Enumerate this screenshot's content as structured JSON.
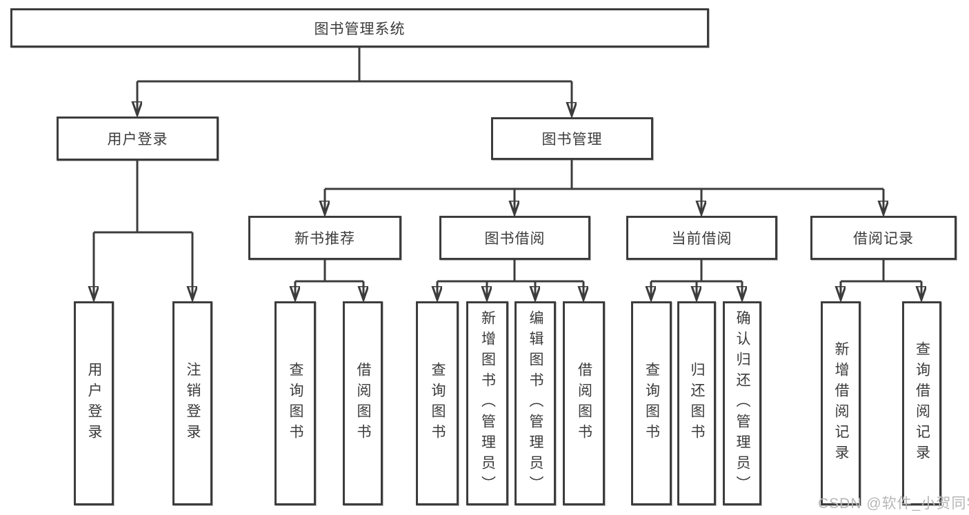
{
  "diagram": {
    "root": {
      "label": "图书管理系统",
      "children": [
        {
          "label": "用户登录",
          "children": [
            {
              "label": "用户登录"
            },
            {
              "label": "注销登录"
            }
          ]
        },
        {
          "label": "图书管理",
          "children": [
            {
              "label": "新书推荐",
              "children": [
                {
                  "label": "查询图书"
                },
                {
                  "label": "借阅图书"
                }
              ]
            },
            {
              "label": "图书借阅",
              "children": [
                {
                  "label": "查询图书"
                },
                {
                  "label": "新增图书（管理员）"
                },
                {
                  "label": "编辑图书（管理员）"
                },
                {
                  "label": "借阅图书"
                }
              ]
            },
            {
              "label": "当前借阅",
              "children": [
                {
                  "label": "查询图书"
                },
                {
                  "label": "归还图书"
                },
                {
                  "label": "确认归还（管理员）"
                }
              ]
            },
            {
              "label": "借阅记录",
              "children": [
                {
                  "label": "新增借阅记录"
                },
                {
                  "label": "查询借阅记录"
                }
              ]
            }
          ]
        }
      ]
    }
  },
  "watermark": {
    "text": "CSDN @软件_小贺同学"
  },
  "colors": {
    "line": "#3c3c3c",
    "text": "#3b3b3b",
    "watermark": "#b6b6b6",
    "background": "#ffffff"
  }
}
